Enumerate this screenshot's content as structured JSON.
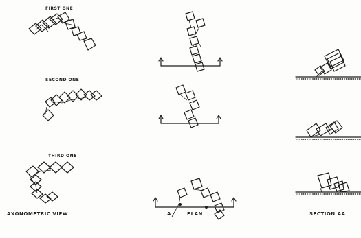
{
  "rows": [
    {
      "label": "FIRST ONE"
    },
    {
      "label": "SECOND ONE"
    },
    {
      "label": "THIRD ONE"
    }
  ],
  "columns": {
    "axonometric": "AXONOMETRIC VIEW",
    "plan": "PLAN",
    "plan_marker": "A",
    "section": "SECTION AA"
  }
}
